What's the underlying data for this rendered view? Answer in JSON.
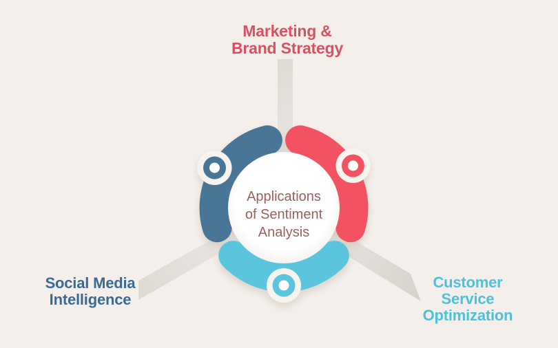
{
  "diagram": {
    "center": {
      "lines": [
        "Applications",
        "of Sentiment",
        "Analysis"
      ]
    },
    "segments": [
      {
        "id": "marketing",
        "label_lines": [
          "Marketing &",
          "Brand Strategy"
        ]
      },
      {
        "id": "social-media",
        "label_lines": [
          "Social Media",
          "Intelligence"
        ]
      },
      {
        "id": "customer-service",
        "label_lines": [
          "Customer",
          "Service",
          "Optimization"
        ]
      }
    ]
  },
  "colors": {
    "background": "#f4efeb",
    "marketing": "#f35260",
    "marketing_label": "#d8515e",
    "social": "#4a7496",
    "social_label": "#3a6b94",
    "customer": "#5cc5de",
    "customer_label": "#4dc1dc",
    "center_text": "#99605e",
    "center_circle_edge": "#f2efec",
    "node_gap": "#f7f4f0",
    "node_hole": "#ffffff",
    "ray_light": "#f0ece8",
    "ray_mid": "#dedad4",
    "ray_dark": "#d6d2cc"
  }
}
